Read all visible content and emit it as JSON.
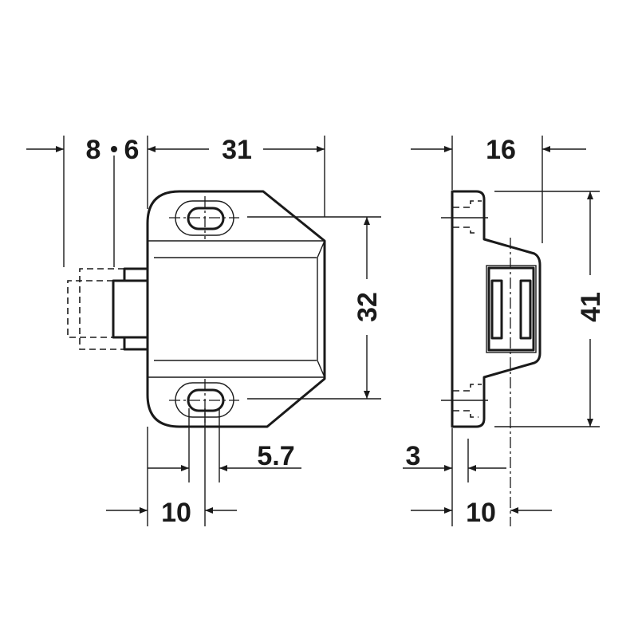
{
  "drawing": {
    "front_view": {
      "dim_top_left_a": "8",
      "dim_top_left_b": "6",
      "dim_width": "31",
      "dim_hole_spacing": "32",
      "dim_slot_width": "5.7",
      "dim_hole_offset": "10"
    },
    "side_view": {
      "dim_depth": "16",
      "dim_height": "41",
      "dim_base_thickness": "3",
      "dim_center_offset": "10"
    }
  }
}
